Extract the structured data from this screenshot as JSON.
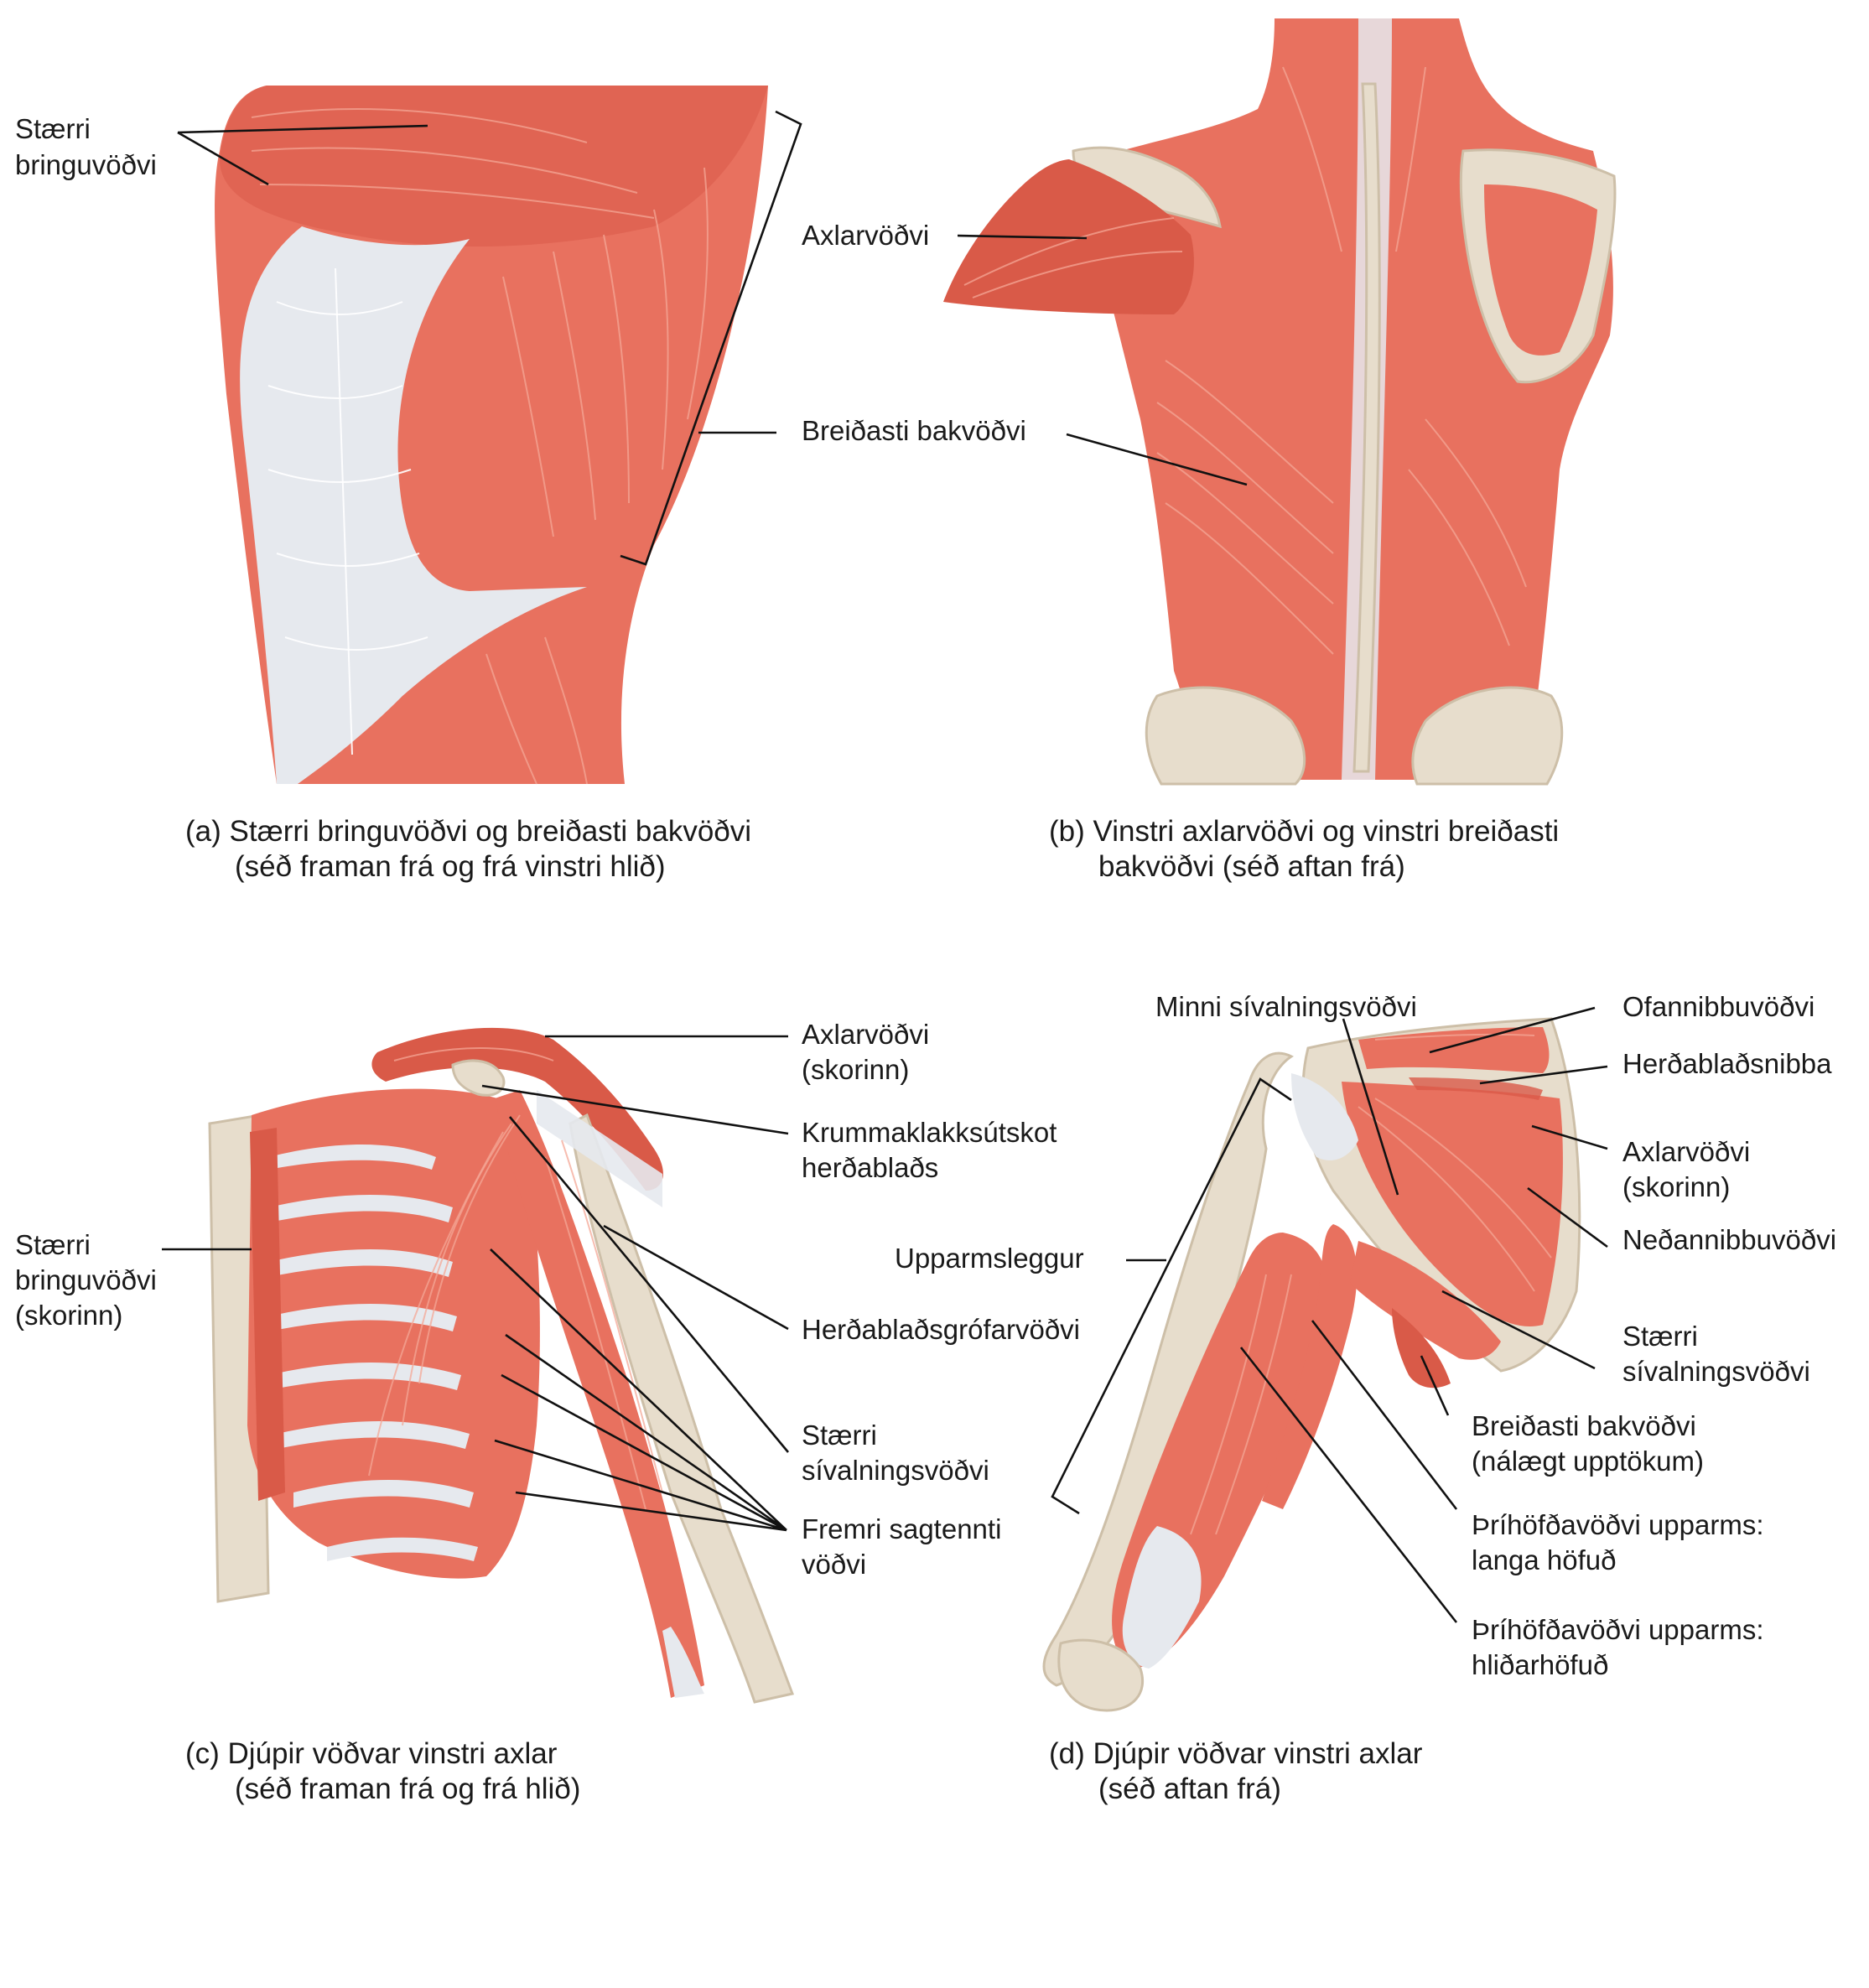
{
  "panels": {
    "a": {
      "caption_1": "(a) Stærri bringuvöðvi og breiðasti bakvöðvi",
      "caption_2": "(séð framan frá og frá vinstri hlið)",
      "labels": {
        "pectoralis_1": "Stærri",
        "pectoralis_2": "bringuvöðvi"
      }
    },
    "b": {
      "caption_1": "(b) Vinstri axlarvöðvi og vinstri breiðasti",
      "caption_2": "bakvöðvi (séð aftan frá)",
      "labels": {
        "deltoid": "Axlarvöðvi",
        "latissimus": "Breiðasti bakvöðvi"
      }
    },
    "c": {
      "caption_1": "(c) Djúpir vöðvar vinstri axlar",
      "caption_2": "(séð framan frá og frá hlið)",
      "labels": {
        "deltoid_1": "Axlarvöðvi",
        "deltoid_2": "(skorinn)",
        "coracoid_1": "Krummaklakksútskot",
        "coracoid_2": "herðablaðs",
        "subscapularis": "Herðablaðsgrófarvöðvi",
        "teres_major_1": "Stærri",
        "teres_major_2": "sívalningsvöðvi",
        "serratus_1": "Fremri sagtennti",
        "serratus_2": "vöðvi",
        "pectoralis_1": "Stærri",
        "pectoralis_2": "bringuvöðvi",
        "pectoralis_3": "(skorinn)"
      }
    },
    "d": {
      "caption_1": "(d) Djúpir vöðvar vinstri axlar",
      "caption_2": "(séð aftan frá)",
      "labels": {
        "teres_minor": "Minni sívalningsvöðvi",
        "supraspinatus": "Ofannibbuvöðvi",
        "spine": "Herðablaðsnibba",
        "deltoid_1": "Axlarvöðvi",
        "deltoid_2": "(skorinn)",
        "infraspinatus": "Neðannibbuvöðvi",
        "teres_major_1": "Stærri",
        "teres_major_2": "sívalningsvöðvi",
        "latissimus_1": "Breiðasti bakvöðvi",
        "latissimus_2": "(nálægt upptökum)",
        "triceps_long_1": "Þríhöfðavöðvi upparms:",
        "triceps_long_2": "langa höfuð",
        "triceps_lat_1": "Þríhöfðavöðvi upparms:",
        "triceps_lat_2": "hliðarhöfuð",
        "humerus": "Upparmsleggur"
      }
    }
  },
  "colors": {
    "muscle": "#e8715f",
    "tendon": "#e6e9ee",
    "bone": "#e7ddcc",
    "text": "#1a1a1a"
  }
}
